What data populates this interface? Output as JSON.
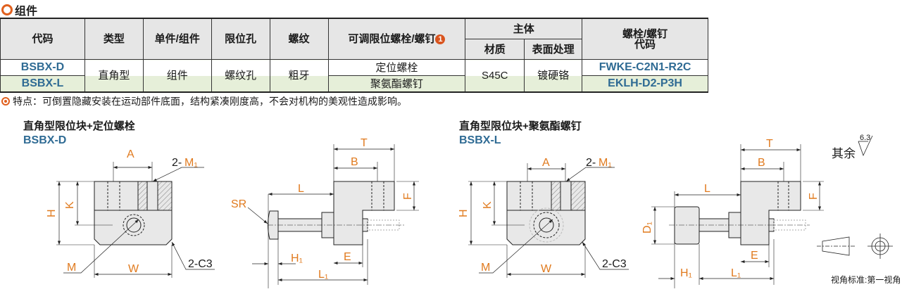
{
  "section_title": "组件",
  "table": {
    "headers": {
      "code": "代码",
      "type": "类型",
      "single_assembly": "单件/组件",
      "limit_hole": "限位孔",
      "thread": "螺纹",
      "adjustable": "可调限位螺栓/螺钉",
      "adjustable_note": "1",
      "body": "主体",
      "material": "材质",
      "surface": "表面处理",
      "bolt_code_line1": "螺栓/螺钉",
      "bolt_code_line2": "代码"
    },
    "rows": [
      {
        "code": "BSBX-D",
        "adjustable": "定位螺栓",
        "bolt_code": "FWKE-C2N1-R2C"
      },
      {
        "code": "BSBX-L",
        "adjustable": "聚氨酯螺钉",
        "bolt_code": "EKLH-D2-P3H"
      }
    ],
    "shared": {
      "type": "直角型",
      "single_assembly": "组件",
      "limit_hole": "螺纹孔",
      "thread": "粗牙",
      "material": "S45C",
      "surface": "镀硬铬"
    }
  },
  "feature_text": "特点：可倒置隐藏安装在运动部件底面，结构紧凑刚度高，不会对机构的美观性造成影响。",
  "drawings": [
    {
      "title": "直角型限位块+定位螺栓",
      "code": "BSBX-D"
    },
    {
      "title": "直角型限位块+聚氨酯螺钉",
      "code": "BSBX-L"
    }
  ],
  "dims": {
    "A": "A",
    "M1_prefix": "2-",
    "M1": "M₁",
    "H": "H",
    "K": "K",
    "M": "M",
    "W": "W",
    "C3": "2-C3",
    "L": "L",
    "T": "T",
    "B": "B",
    "F": "F",
    "SR": "SR",
    "H1": "H₁",
    "E": "E",
    "L1": "L₁",
    "D1": "D₁"
  },
  "roughness": {
    "prefix": "其余",
    "value": "6.3"
  },
  "projection_note": "视角标准:第一视角",
  "colors": {
    "accent": "#e0601e",
    "code_blue": "#2f6b94",
    "dim_orange": "#e07a1e",
    "row_green": "#e6efd9"
  }
}
